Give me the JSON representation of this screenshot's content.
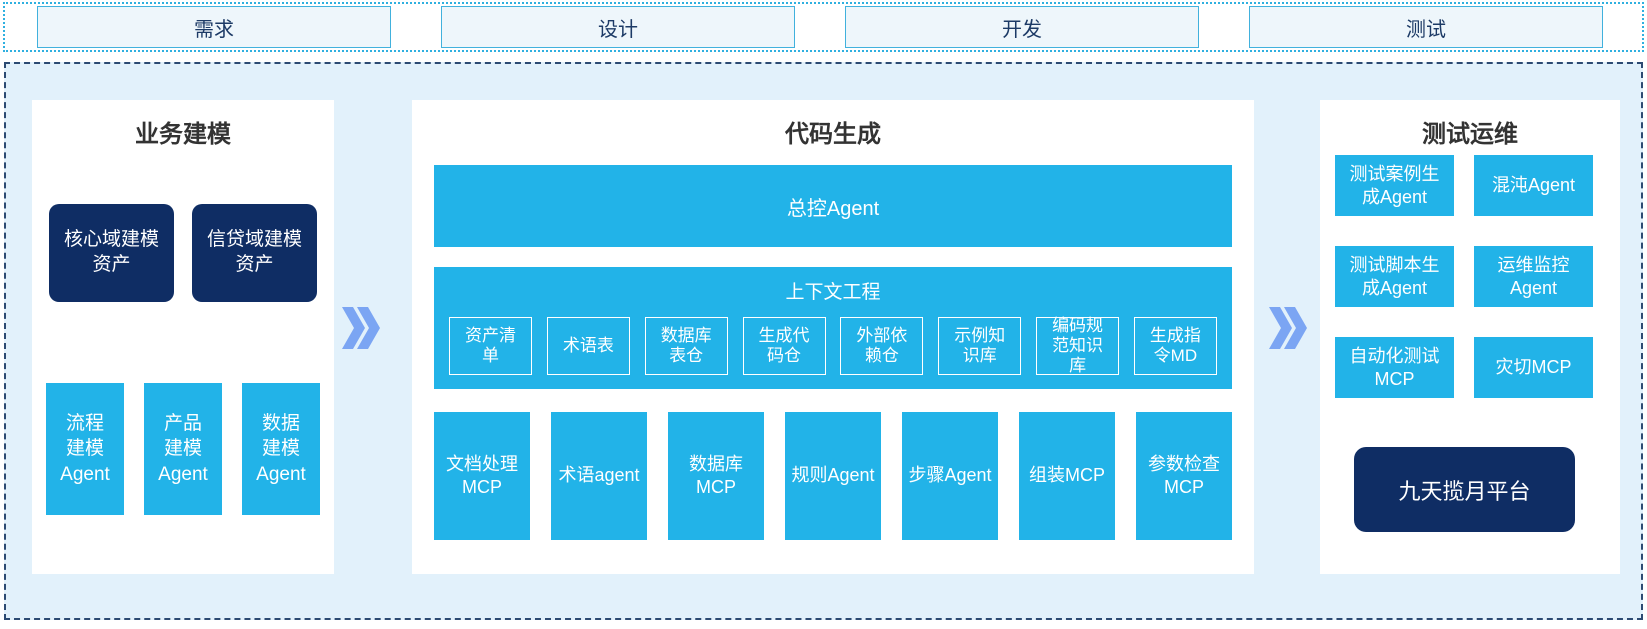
{
  "colors": {
    "cyan_box": "#22b3e8",
    "navy_box": "#0f2d64",
    "container_bg": "#e2f1fb",
    "container_border": "#2c4a72",
    "strip_border": "#2fb0e0",
    "phase_box_bg": "#eef6fb",
    "phase_box_border": "#41b1dd",
    "phase_text": "#1c3a66",
    "title_text": "#333333",
    "chevron": "#7ba5f3"
  },
  "phases": [
    "需求",
    "设计",
    "开发",
    "测试"
  ],
  "business": {
    "title": "业务建模",
    "dark_boxes": [
      "核心域建模\n资产",
      "信贷域建模\n资产"
    ],
    "agents": [
      "流程\n建模\nAgent",
      "产品\n建模\nAgent",
      "数据\n建模\nAgent"
    ]
  },
  "codegen": {
    "title": "代码生成",
    "master": "总控Agent",
    "context": {
      "title": "上下文工程",
      "items": [
        "资产清\n单",
        "术语表",
        "数据库\n表仓",
        "生成代\n码仓",
        "外部依\n赖仓",
        "示例知\n识库",
        "编码规\n范知识\n库",
        "生成指\n令MD"
      ]
    },
    "tools": [
      "文档处理\nMCP",
      "术语agent",
      "数据库\nMCP",
      "规则Agent",
      "步骤Agent",
      "组装MCP",
      "参数检查\nMCP"
    ]
  },
  "testops": {
    "title": "测试运维",
    "boxes": [
      "测试案例生\n成Agent",
      "混沌Agent",
      "测试脚本生\n成Agent",
      "运维监控\nAgent",
      "自动化测试\nMCP",
      "灾切MCP"
    ],
    "platform": "九天揽月平台"
  }
}
